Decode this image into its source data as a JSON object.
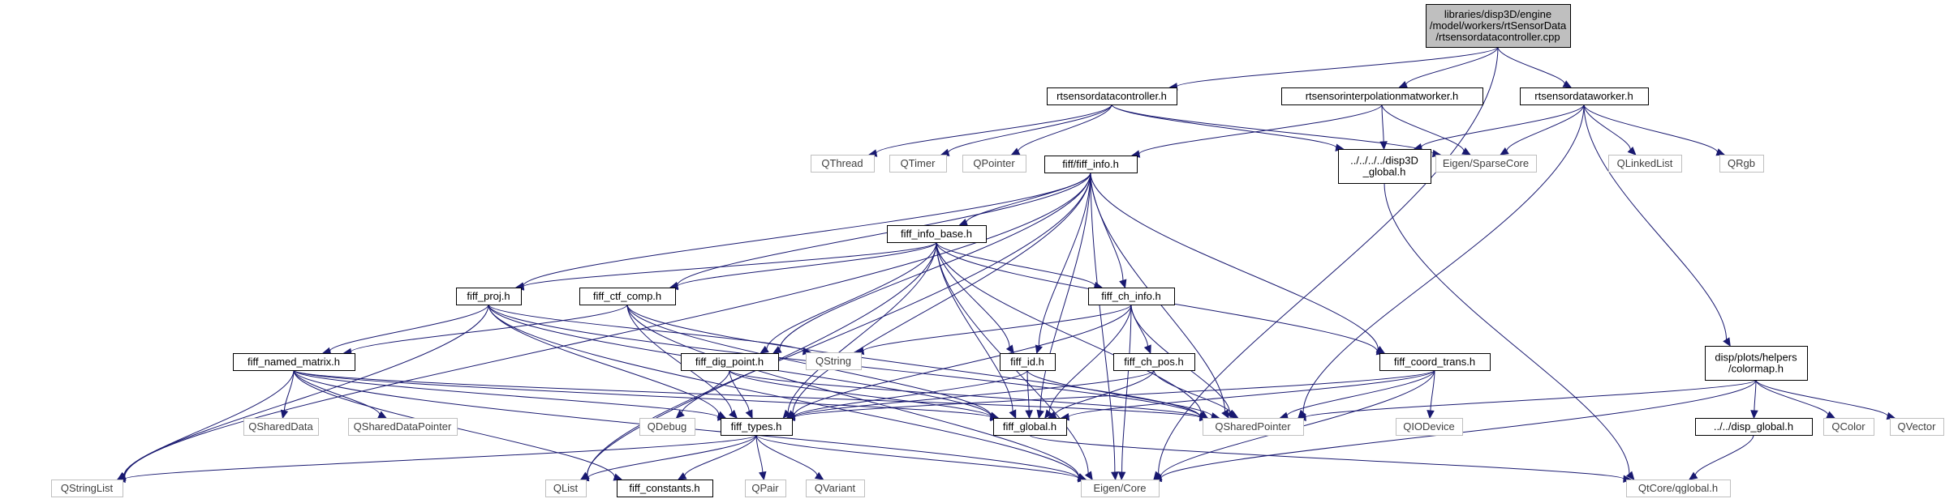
{
  "graph": {
    "nodes": {
      "root": {
        "lines": [
          "libraries/disp3D/engine",
          "/model/workers/rtSensorData",
          "/rtsensordatacontroller.cpp"
        ],
        "kind": "root"
      },
      "ctrl_h": {
        "lines": [
          "rtsensordatacontroller.h"
        ],
        "kind": "file"
      },
      "interp_h": {
        "lines": [
          "rtsensorinterpolationmatworker.h"
        ],
        "kind": "file"
      },
      "worker_h": {
        "lines": [
          "rtsensordataworker.h"
        ],
        "kind": "file"
      },
      "qthread": {
        "lines": [
          "QThread"
        ],
        "kind": "ext"
      },
      "qtimer": {
        "lines": [
          "QTimer"
        ],
        "kind": "ext"
      },
      "qpointer": {
        "lines": [
          "QPointer"
        ],
        "kind": "ext"
      },
      "fiff_info": {
        "lines": [
          "fiff/fiff_info.h"
        ],
        "kind": "file"
      },
      "disp3d_global": {
        "lines": [
          "../../../../disp3D",
          "_global.h"
        ],
        "kind": "file"
      },
      "sparse": {
        "lines": [
          "Eigen/SparseCore"
        ],
        "kind": "ext"
      },
      "qlinkedlist": {
        "lines": [
          "QLinkedList"
        ],
        "kind": "ext"
      },
      "qrgb": {
        "lines": [
          "QRgb"
        ],
        "kind": "ext"
      },
      "info_base": {
        "lines": [
          "fiff_info_base.h"
        ],
        "kind": "file"
      },
      "proj": {
        "lines": [
          "fiff_proj.h"
        ],
        "kind": "file"
      },
      "ctf_comp": {
        "lines": [
          "fiff_ctf_comp.h"
        ],
        "kind": "file"
      },
      "ch_info": {
        "lines": [
          "fiff_ch_info.h"
        ],
        "kind": "file"
      },
      "qstring": {
        "lines": [
          "QString"
        ],
        "kind": "ext"
      },
      "named_matrix": {
        "lines": [
          "fiff_named_matrix.h"
        ],
        "kind": "file"
      },
      "dig_point": {
        "lines": [
          "fiff_dig_point.h"
        ],
        "kind": "file"
      },
      "fiff_id": {
        "lines": [
          "fiff_id.h"
        ],
        "kind": "file"
      },
      "ch_pos": {
        "lines": [
          "fiff_ch_pos.h"
        ],
        "kind": "file"
      },
      "coord_trans": {
        "lines": [
          "fiff_coord_trans.h"
        ],
        "kind": "file"
      },
      "colormap": {
        "lines": [
          "disp/plots/helpers",
          "/colormap.h"
        ],
        "kind": "file"
      },
      "qshareddata": {
        "lines": [
          "QSharedData"
        ],
        "kind": "ext"
      },
      "qshareddatapointer": {
        "lines": [
          "QSharedDataPointer"
        ],
        "kind": "ext"
      },
      "qdebug": {
        "lines": [
          "QDebug"
        ],
        "kind": "ext"
      },
      "fiff_types": {
        "lines": [
          "fiff_types.h"
        ],
        "kind": "file"
      },
      "fiff_global": {
        "lines": [
          "fiff_global.h"
        ],
        "kind": "file"
      },
      "qsharedpointer": {
        "lines": [
          "QSharedPointer"
        ],
        "kind": "ext"
      },
      "qiodevice": {
        "lines": [
          "QIODevice"
        ],
        "kind": "ext"
      },
      "disp_global": {
        "lines": [
          "../../disp_global.h"
        ],
        "kind": "file"
      },
      "qcolor": {
        "lines": [
          "QColor"
        ],
        "kind": "ext"
      },
      "qvector": {
        "lines": [
          "QVector"
        ],
        "kind": "ext"
      },
      "qstringlist": {
        "lines": [
          "QStringList"
        ],
        "kind": "ext"
      },
      "qlist": {
        "lines": [
          "QList"
        ],
        "kind": "ext"
      },
      "fiff_constants": {
        "lines": [
          "fiff_constants.h"
        ],
        "kind": "file"
      },
      "qpair": {
        "lines": [
          "QPair"
        ],
        "kind": "ext"
      },
      "qvariant": {
        "lines": [
          "QVariant"
        ],
        "kind": "ext"
      },
      "eigen_core": {
        "lines": [
          "Eigen/Core"
        ],
        "kind": "ext"
      },
      "qtcore_qglobal": {
        "lines": [
          "QtCore/qglobal.h"
        ],
        "kind": "ext"
      }
    },
    "edges": [
      [
        "root",
        "ctrl_h"
      ],
      [
        "root",
        "interp_h"
      ],
      [
        "root",
        "worker_h"
      ],
      [
        "root",
        "eigen_core"
      ],
      [
        "ctrl_h",
        "qthread"
      ],
      [
        "ctrl_h",
        "qtimer"
      ],
      [
        "ctrl_h",
        "qpointer"
      ],
      [
        "ctrl_h",
        "disp3d_global"
      ],
      [
        "ctrl_h",
        "sparse"
      ],
      [
        "interp_h",
        "fiff_info"
      ],
      [
        "interp_h",
        "disp3d_global"
      ],
      [
        "interp_h",
        "sparse"
      ],
      [
        "worker_h",
        "disp3d_global"
      ],
      [
        "worker_h",
        "sparse"
      ],
      [
        "worker_h",
        "qlinkedlist"
      ],
      [
        "worker_h",
        "qrgb"
      ],
      [
        "worker_h",
        "colormap"
      ],
      [
        "worker_h",
        "qsharedpointer"
      ],
      [
        "disp3d_global",
        "qtcore_qglobal"
      ],
      [
        "fiff_info",
        "info_base"
      ],
      [
        "fiff_info",
        "proj"
      ],
      [
        "fiff_info",
        "ctf_comp"
      ],
      [
        "fiff_info",
        "ch_info"
      ],
      [
        "fiff_info",
        "dig_point"
      ],
      [
        "fiff_info",
        "fiff_id"
      ],
      [
        "fiff_info",
        "coord_trans"
      ],
      [
        "fiff_info",
        "fiff_types"
      ],
      [
        "fiff_info",
        "fiff_global"
      ],
      [
        "fiff_info",
        "qsharedpointer"
      ],
      [
        "fiff_info",
        "qstringlist"
      ],
      [
        "fiff_info",
        "qlist"
      ],
      [
        "fiff_info",
        "eigen_core"
      ],
      [
        "info_base",
        "proj"
      ],
      [
        "info_base",
        "ctf_comp"
      ],
      [
        "info_base",
        "ch_info"
      ],
      [
        "info_base",
        "dig_point"
      ],
      [
        "info_base",
        "fiff_id"
      ],
      [
        "info_base",
        "coord_trans"
      ],
      [
        "info_base",
        "fiff_types"
      ],
      [
        "info_base",
        "fiff_global"
      ],
      [
        "info_base",
        "qsharedpointer"
      ],
      [
        "info_base",
        "qlist"
      ],
      [
        "info_base",
        "eigen_core"
      ],
      [
        "proj",
        "named_matrix"
      ],
      [
        "proj",
        "qstring"
      ],
      [
        "proj",
        "fiff_types"
      ],
      [
        "proj",
        "fiff_global"
      ],
      [
        "proj",
        "qsharedpointer"
      ],
      [
        "proj",
        "qstringlist"
      ],
      [
        "proj",
        "eigen_core"
      ],
      [
        "ctf_comp",
        "named_matrix"
      ],
      [
        "ctf_comp",
        "fiff_types"
      ],
      [
        "ctf_comp",
        "fiff_global"
      ],
      [
        "ctf_comp",
        "qsharedpointer"
      ],
      [
        "ctf_comp",
        "eigen_core"
      ],
      [
        "ch_info",
        "qstring"
      ],
      [
        "ch_info",
        "ch_pos"
      ],
      [
        "ch_info",
        "fiff_types"
      ],
      [
        "ch_info",
        "fiff_global"
      ],
      [
        "ch_info",
        "qsharedpointer"
      ],
      [
        "ch_info",
        "eigen_core"
      ],
      [
        "named_matrix",
        "qshareddata"
      ],
      [
        "named_matrix",
        "qshareddatapointer"
      ],
      [
        "named_matrix",
        "fiff_types"
      ],
      [
        "named_matrix",
        "fiff_global"
      ],
      [
        "named_matrix",
        "qsharedpointer"
      ],
      [
        "named_matrix",
        "qstringlist"
      ],
      [
        "named_matrix",
        "fiff_constants"
      ],
      [
        "named_matrix",
        "eigen_core"
      ],
      [
        "dig_point",
        "qdebug"
      ],
      [
        "dig_point",
        "fiff_types"
      ],
      [
        "dig_point",
        "fiff_global"
      ],
      [
        "dig_point",
        "qsharedpointer"
      ],
      [
        "fiff_id",
        "fiff_types"
      ],
      [
        "fiff_id",
        "fiff_global"
      ],
      [
        "fiff_id",
        "qsharedpointer"
      ],
      [
        "ch_pos",
        "fiff_types"
      ],
      [
        "ch_pos",
        "fiff_global"
      ],
      [
        "ch_pos",
        "qsharedpointer"
      ],
      [
        "coord_trans",
        "fiff_types"
      ],
      [
        "coord_trans",
        "fiff_global"
      ],
      [
        "coord_trans",
        "qsharedpointer"
      ],
      [
        "coord_trans",
        "qiodevice"
      ],
      [
        "coord_trans",
        "eigen_core"
      ],
      [
        "colormap",
        "disp_global"
      ],
      [
        "colormap",
        "qcolor"
      ],
      [
        "colormap",
        "qvector"
      ],
      [
        "colormap",
        "qsharedpointer"
      ],
      [
        "colormap",
        "eigen_core"
      ],
      [
        "disp_global",
        "qtcore_qglobal"
      ],
      [
        "fiff_types",
        "qstringlist"
      ],
      [
        "fiff_types",
        "qlist"
      ],
      [
        "fiff_types",
        "fiff_constants"
      ],
      [
        "fiff_types",
        "qpair"
      ],
      [
        "fiff_types",
        "qvariant"
      ],
      [
        "fiff_types",
        "eigen_core"
      ],
      [
        "fiff_global",
        "qtcore_qglobal"
      ]
    ]
  }
}
